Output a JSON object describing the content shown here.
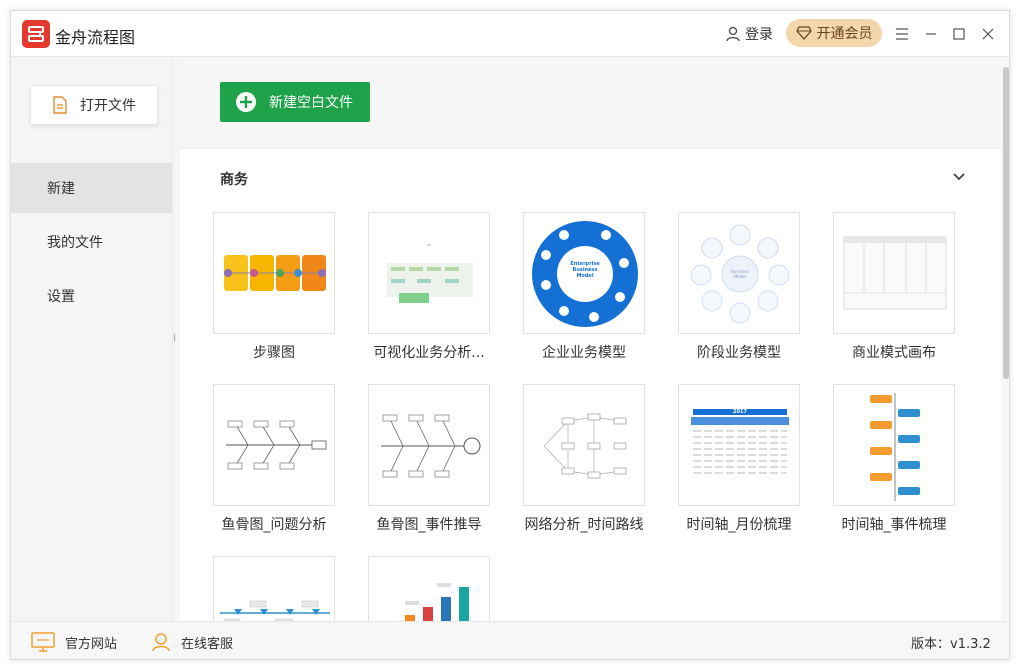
{
  "app": {
    "title": "金舟流程图"
  },
  "header": {
    "login_label": "登录",
    "vip_label": "开通会员"
  },
  "sidebar": {
    "open_file_label": "打开文件",
    "items": [
      {
        "label": "新建",
        "active": true
      },
      {
        "label": "我的文件",
        "active": false
      },
      {
        "label": "设置",
        "active": false
      }
    ]
  },
  "main": {
    "new_blank_label": "新建空白文件",
    "section_title": "商务",
    "templates": [
      {
        "label": "步骤图",
        "thumb": "step-diagram"
      },
      {
        "label": "可视化业务分析...",
        "thumb": "business-analysis"
      },
      {
        "label": "企业业务模型",
        "thumb": "enterprise-model"
      },
      {
        "label": "阶段业务模型",
        "thumb": "stage-model"
      },
      {
        "label": "商业模式画布",
        "thumb": "business-canvas"
      },
      {
        "label": "鱼骨图_问题分析",
        "thumb": "fishbone-problem"
      },
      {
        "label": "鱼骨图_事件推导",
        "thumb": "fishbone-event"
      },
      {
        "label": "网络分析_时间路线",
        "thumb": "network-timeline"
      },
      {
        "label": "时间轴_月份梳理",
        "thumb": "timeline-month"
      },
      {
        "label": "时间轴_事件梳理",
        "thumb": "timeline-event"
      },
      {
        "label": "",
        "thumb": "process-flow"
      },
      {
        "label": "",
        "thumb": "3d-bars"
      }
    ],
    "thumb_text": {
      "enterprise_center": "Enterprise Business Model",
      "stage_center": "Business Model",
      "timeline_year": "2017"
    }
  },
  "status": {
    "website_label": "官方网站",
    "support_label": "在线客服",
    "version_label": "版本：v1.3.2"
  },
  "colors": {
    "accent_green": "#1fa34a",
    "vip_gold": "#f4d6ad",
    "logo_red": "#e33a2f",
    "enterprise_blue": "#1570d6"
  }
}
